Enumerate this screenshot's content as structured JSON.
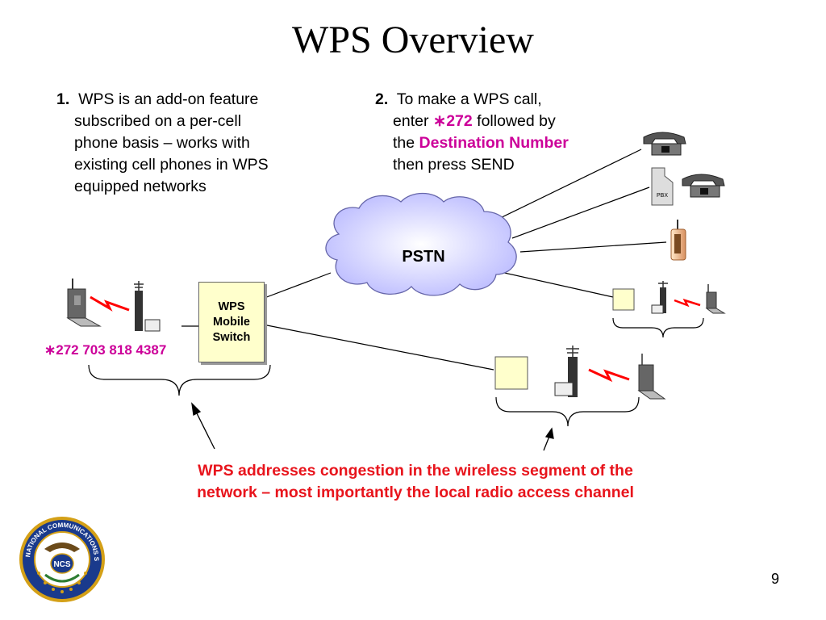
{
  "title": "WPS Overview",
  "point1": {
    "number": "1.",
    "line1": "WPS is an add-on feature",
    "line2": "subscribed on a per-cell",
    "line3": "phone basis – works with",
    "line4": "existing cell phones in WPS",
    "line5": "equipped networks"
  },
  "point2": {
    "number": "2.",
    "line1": "To make a WPS call,",
    "enter": "enter ",
    "code": "∗272",
    "followed": " followed by",
    "the": "the ",
    "destination": "Destination Number",
    "line4": "then press SEND"
  },
  "network": {
    "cloud_label": "PSTN",
    "switch_line1": "WPS",
    "switch_line2": "Mobile",
    "switch_line3": "Switch",
    "pbx_label": "PBX",
    "dial_string": "∗272 703 818 4387"
  },
  "note": {
    "line1": "WPS addresses congestion in the wireless segment of the",
    "line2": "network – most importantly the local radio access channel"
  },
  "seal": {
    "ring_text": "NATIONAL COMMUNICATIONS SYSTEM",
    "center_text": "NCS"
  },
  "page_number": "9",
  "colors": {
    "accent_magenta": "#cc0099",
    "note_red": "#e8141c",
    "cloud_fill": "#c8c8ff",
    "box_fill": "#ffffcc",
    "seal_blue": "#1a3a8c",
    "seal_gold": "#d4a017"
  }
}
